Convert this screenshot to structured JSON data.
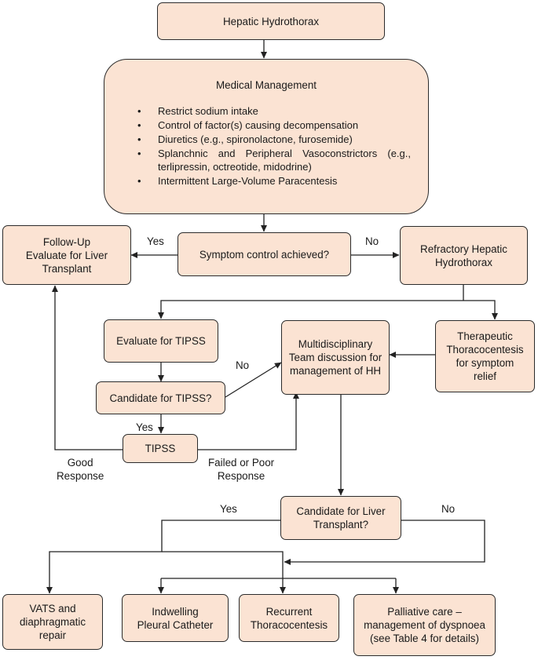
{
  "nodes": {
    "hepatic_hydrothorax": "Hepatic Hydrothorax",
    "medical_management": {
      "title": "Medical Management",
      "items": [
        "Restrict sodium intake",
        "Control of factor(s) causing decompensation",
        "Diuretics (e.g., spironolactone, furosemide)",
        "Splanchnic and Peripheral Vasoconstrictors (e.g., terlipressin, octreotide, midodrine)",
        "Intermittent Large-Volume Paracentesis"
      ]
    },
    "follow_up": "Follow-Up\nEvaluate for Liver\nTransplant",
    "symptom_control": "Symptom control achieved?",
    "refractory": "Refractory Hepatic\nHydrothorax",
    "evaluate_tipss": "Evaluate for TIPSS",
    "mdt": "Multidisciplinary\nTeam discussion for\nmanagement of HH",
    "therapeutic": "Therapeutic\nThoracocentesis\nfor symptom\nrelief",
    "candidate_tipss": "Candidate for TIPSS?",
    "tipss": "TIPSS",
    "candidate_liver": "Candidate for Liver\nTransplant?",
    "vats": "VATS and\ndiaphragmatic\nrepair",
    "indwelling": "Indwelling\nPleural Catheter",
    "recurrent": "Recurrent\nThoracocentesis",
    "palliative": "Palliative care –\nmanagement of dyspnoea\n(see Table 4 for details)"
  },
  "edge_labels": {
    "yes_symptom": "Yes",
    "no_symptom": "No",
    "no_tipss": "No",
    "yes_tipss": "Yes",
    "good_response": "Good\nResponse",
    "failed_response": "Failed or Poor\nResponse",
    "yes_liver": "Yes",
    "no_liver": "No"
  },
  "colors": {
    "node_fill": "#fbe3d3",
    "stroke": "#2b2b2b"
  }
}
